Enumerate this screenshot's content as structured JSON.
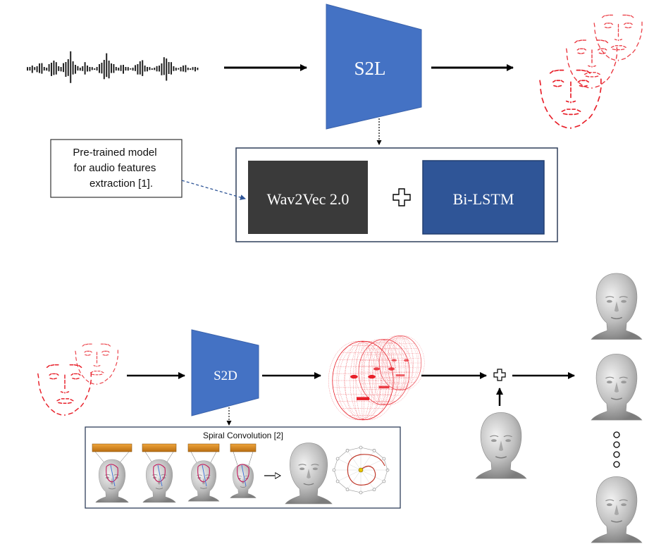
{
  "top": {
    "encoder_label": "S2L",
    "note_lines": [
      "Pre-trained model",
      "for audio features",
      "extraction [1]."
    ],
    "block_left": "Wav2Vec 2.0",
    "block_right": "Bi-LSTM"
  },
  "bottom": {
    "decoder_label": "S2D",
    "spiral_title": "Spiral Convolution [2]"
  },
  "colors": {
    "encoder_blue": "#4472c4",
    "block_dark": "#3a3a3a",
    "block_navy": "#2f5597",
    "landmark_red": "#e8202a"
  }
}
